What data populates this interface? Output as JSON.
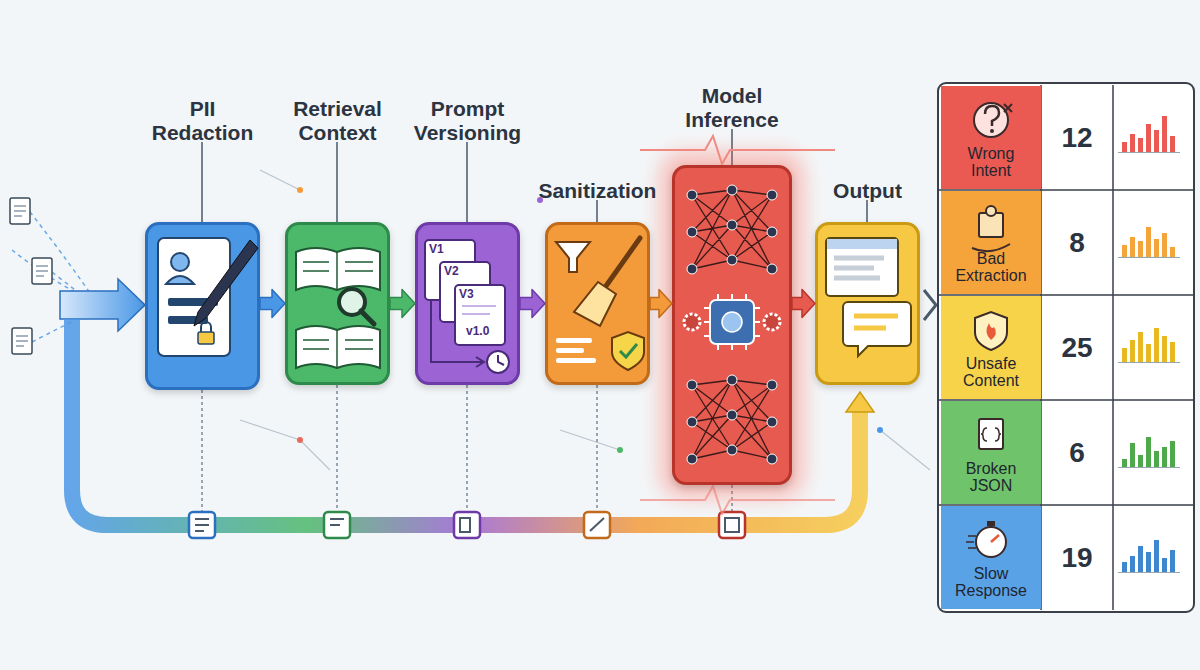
{
  "diagram": {
    "nodes": [
      {
        "text": [
          "PII Redaction"
        ]
      },
      {
        "text": [
          "Retrieval Context"
        ]
      },
      {
        "text": [
          "Prompt Versioning"
        ]
      },
      {
        "text": [
          "Sanitization"
        ]
      },
      {
        "text": [
          "Model Inference"
        ]
      },
      {
        "text": [
          "Output"
        ]
      },
      {
        "text": [
          "Wrong Intent",
          "12"
        ]
      },
      {
        "text": [
          "Bad Extraction",
          "8"
        ]
      },
      {
        "text": [
          "Unsafe Content",
          "25"
        ]
      },
      {
        "text": [
          "Broken JSON",
          "6"
        ]
      },
      {
        "text": [
          "Slow Response",
          "19"
        ]
      }
    ],
    "edges": [
      {
        "from": 0,
        "to": 1,
        "arrow": "to"
      },
      {
        "from": 1,
        "to": 2,
        "arrow": "to"
      },
      {
        "from": 2,
        "to": 3,
        "arrow": "to"
      },
      {
        "from": 3,
        "to": 4,
        "arrow": "to"
      },
      {
        "from": 4,
        "to": 5,
        "arrow": "to"
      }
    ],
    "labels": [
      "V1",
      "V2",
      "V3",
      "v1.0"
    ]
  }
}
